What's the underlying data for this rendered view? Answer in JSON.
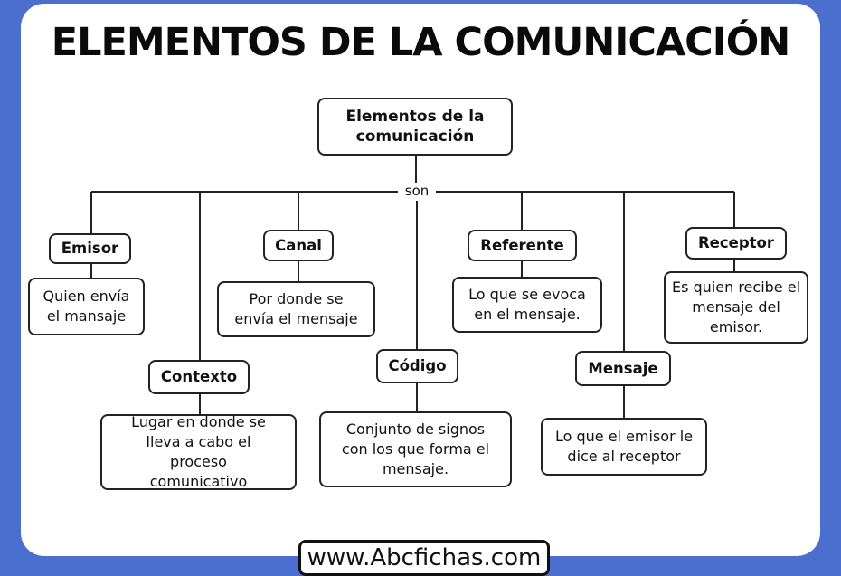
{
  "title": "ELEMENTOS DE LA COMUNICACIÓN",
  "root": "Elementos de la comunicación",
  "connector": "son",
  "elements": [
    {
      "name": "Emisor",
      "desc": "Quien envía el mansaje"
    },
    {
      "name": "Contexto",
      "desc": "Lugar en donde se lleva a cabo el proceso comunicativo"
    },
    {
      "name": "Canal",
      "desc": "Por donde se envía el mensaje"
    },
    {
      "name": "Código",
      "desc": "Conjunto de signos con los que forma el mensaje."
    },
    {
      "name": "Referente",
      "desc": "Lo que se evoca en el mensaje."
    },
    {
      "name": "Mensaje",
      "desc": "Lo que el emisor le dice al receptor"
    },
    {
      "name": "Receptor",
      "desc": "Es quien recibe el mensaje del emisor."
    }
  ],
  "watermark": "www.Abcfichas.com"
}
